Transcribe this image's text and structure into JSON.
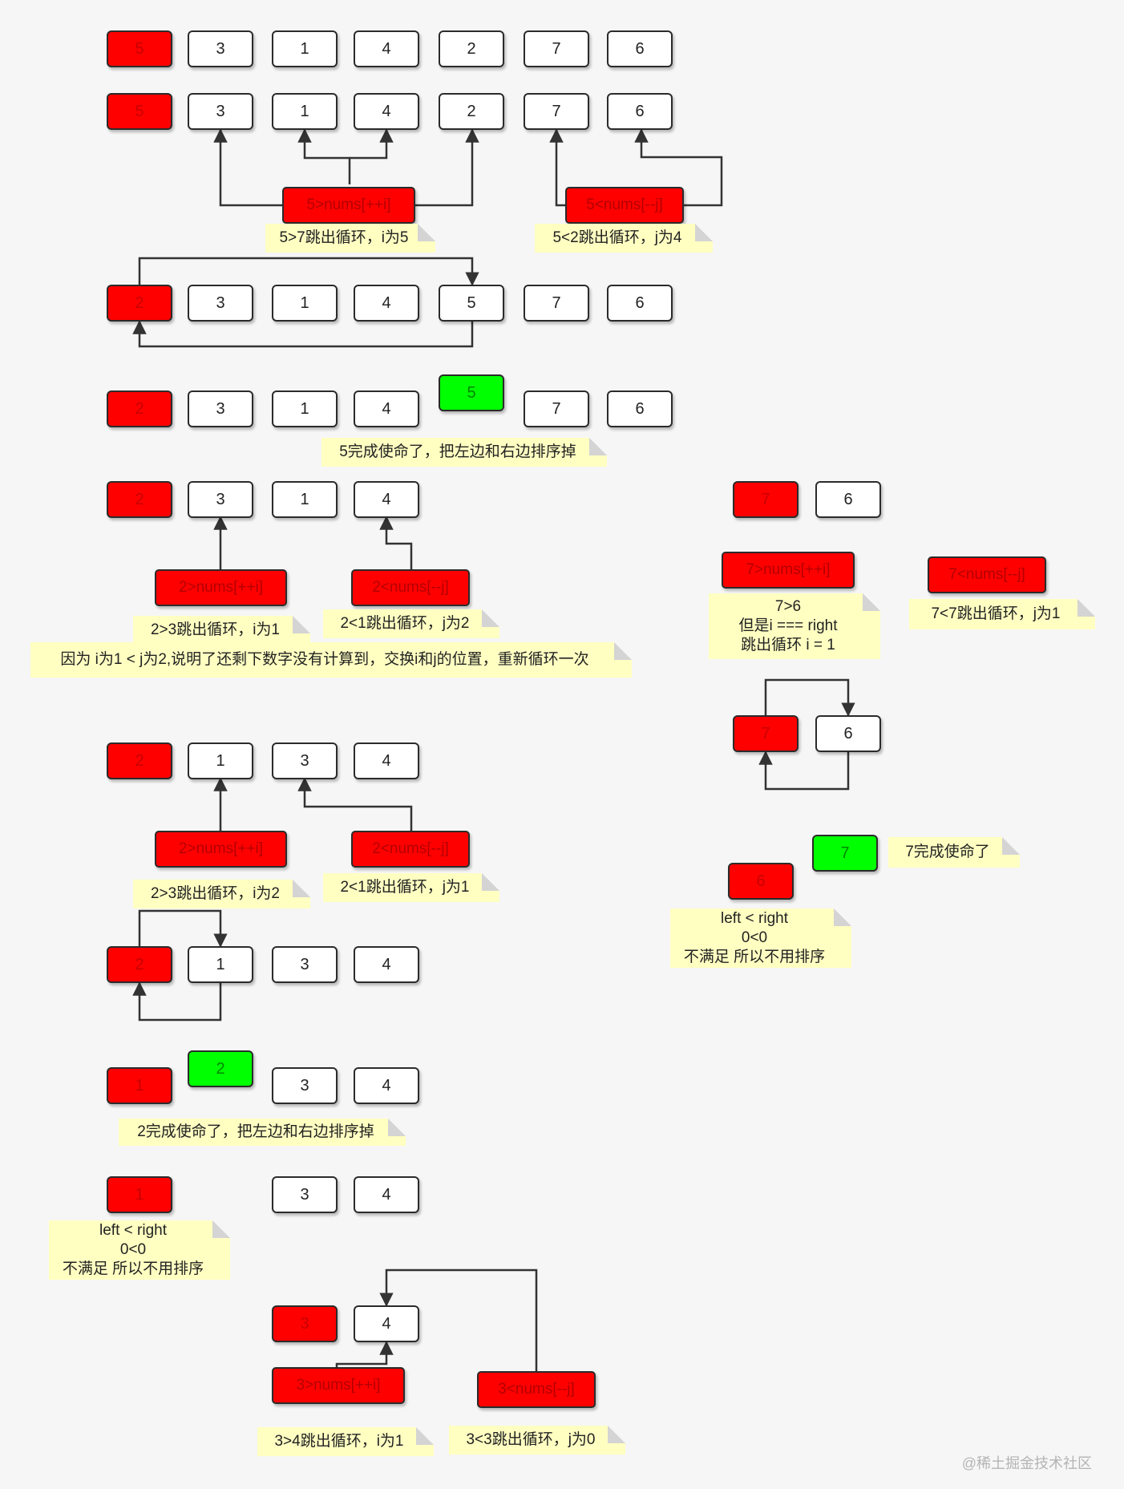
{
  "diagram": {
    "rows": [
      {
        "values": [
          "5",
          "3",
          "1",
          "4",
          "2",
          "7",
          "6"
        ]
      },
      {
        "values": [
          "5",
          "3",
          "1",
          "4",
          "2",
          "7",
          "6"
        ]
      },
      {
        "values": [
          "2",
          "3",
          "1",
          "4",
          "5",
          "7",
          "6"
        ]
      },
      {
        "values": [
          "2",
          "3",
          "1",
          "4",
          "5",
          "7",
          "6"
        ]
      },
      {
        "values": [
          "2",
          "3",
          "1",
          "4"
        ]
      },
      {
        "values": [
          "7",
          "6"
        ]
      },
      {
        "values": [
          "7",
          "6"
        ]
      },
      {
        "values": [
          "2",
          "1",
          "3",
          "4"
        ]
      },
      {
        "values": [
          "2",
          "1",
          "3",
          "4"
        ]
      },
      {
        "values": [
          "1",
          "2",
          "3",
          "4"
        ]
      },
      {
        "values": [
          "7",
          "6"
        ]
      },
      {
        "values": [
          "1",
          "3",
          "4"
        ]
      },
      {
        "values": [
          "3",
          "4"
        ]
      }
    ],
    "operations": [
      "5>nums[++i]",
      "5<nums[--j]",
      "2>nums[++i]",
      "2<nums[--j]",
      "7>nums[++i]",
      "7<nums[--j]",
      "2>nums[++i]",
      "2<nums[--j]",
      "3>nums[++i]",
      "3<nums[--j]"
    ],
    "notes": [
      "5>7跳出循环，i为5",
      "5<2跳出循环，j为4",
      "5完成使命了，把左边和右边排序掉",
      "2>3跳出循环，i为1",
      "2<1跳出循环，j为2",
      "因为 i为1 < j为2,说明了还剩下数字没有计算到，交换i和j的位置，重新循环一次",
      "7>6\n但是i === right\n跳出循环 i = 1",
      "7<7跳出循环，j为1",
      "2>3跳出循环，i为2",
      "2<1跳出循环，j为1",
      "7完成使命了",
      "left < right\n0<0\n不满足 所以不用排序",
      "2完成使命了，把左边和右边排序掉",
      "left < right\n0<0\n不满足 所以不用排序",
      "3>4跳出循环，i为1",
      "3<3跳出循环，j为0"
    ]
  },
  "watermark": "@稀土掘金技术社区",
  "colors": {
    "pivot": "#ff0000",
    "done": "#00ff00",
    "note": "#ffffc2",
    "line": "#333333"
  }
}
